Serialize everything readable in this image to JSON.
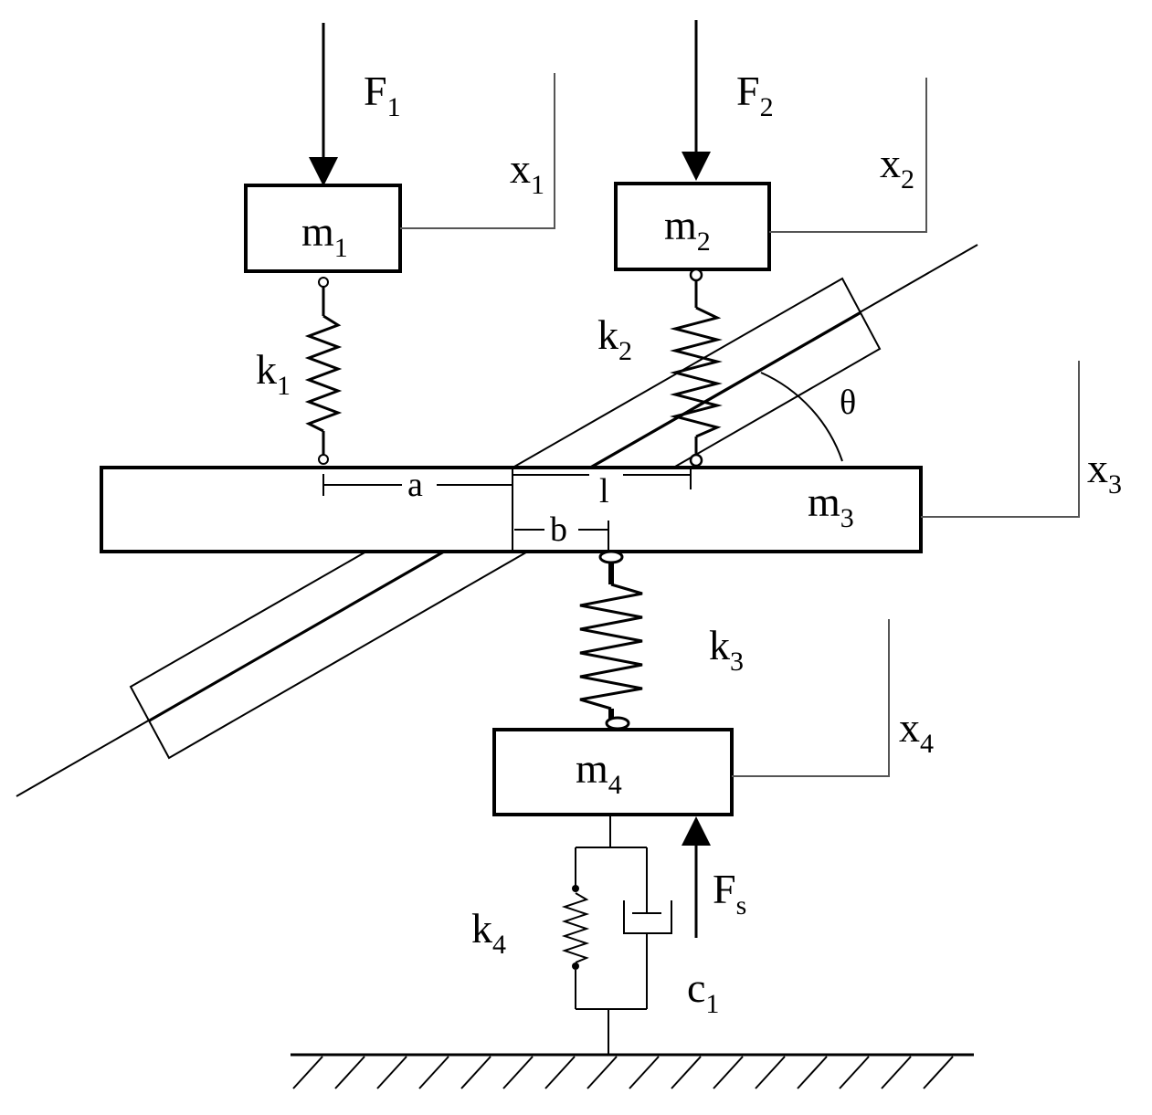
{
  "labels": {
    "F1": {
      "base": "F",
      "sub": "1"
    },
    "F2": {
      "base": "F",
      "sub": "2"
    },
    "Fs": {
      "base": "F",
      "sub": "s"
    },
    "x1": {
      "base": "x",
      "sub": "1"
    },
    "x2": {
      "base": "x",
      "sub": "2"
    },
    "x3": {
      "base": "x",
      "sub": "3"
    },
    "x4": {
      "base": "x",
      "sub": "4"
    },
    "m1": {
      "base": "m",
      "sub": "1"
    },
    "m2": {
      "base": "m",
      "sub": "2"
    },
    "m3": {
      "base": "m",
      "sub": "3"
    },
    "m4": {
      "base": "m",
      "sub": "4"
    },
    "k1": {
      "base": "k",
      "sub": "1"
    },
    "k2": {
      "base": "k",
      "sub": "2"
    },
    "k3": {
      "base": "k",
      "sub": "3"
    },
    "k4": {
      "base": "k",
      "sub": "4"
    },
    "c1": {
      "base": "c",
      "sub": "1"
    },
    "a": "a",
    "b": "b",
    "l": "l",
    "theta": "θ"
  }
}
